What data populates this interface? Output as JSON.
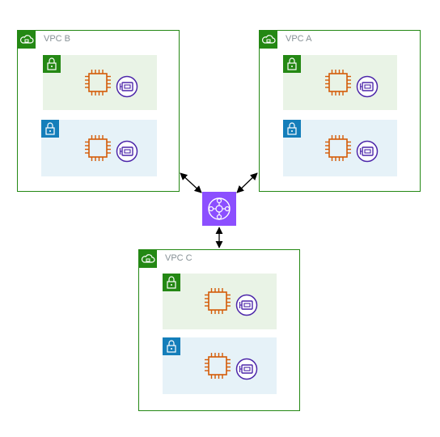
{
  "vpcs": {
    "b": {
      "label": "VPC B"
    },
    "a": {
      "label": "VPC A"
    },
    "c": {
      "label": "VPC C"
    }
  },
  "icons": {
    "vpc": "vpc-cloud-lock-icon",
    "public_subnet": "padlock-icon",
    "private_subnet": "padlock-icon",
    "instance": "ec2-instance-icon",
    "network_interface": "elastic-network-interface-icon",
    "hub": "transit-gateway-icon"
  },
  "colors": {
    "vpc_border": "#248814",
    "public_subnet_fill": "#e9f3e6",
    "private_subnet_fill": "#e6f2f8",
    "public_badge": "#248814",
    "private_badge": "#147eba",
    "instance_orange": "#d45b07",
    "eni_purple": "#4d27aa",
    "tgw_purple": "#8c4fff"
  }
}
